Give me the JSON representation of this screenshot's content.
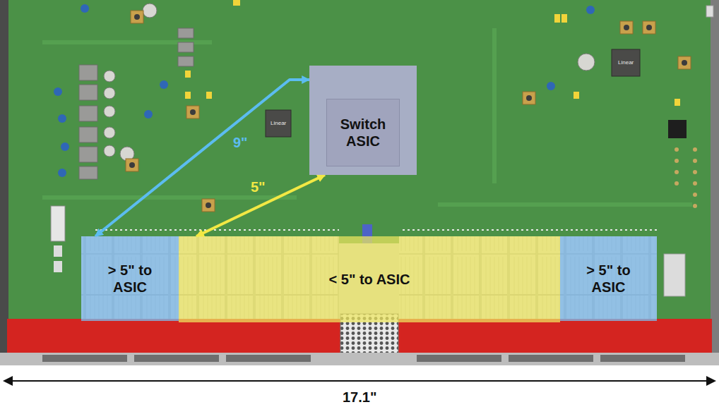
{
  "diagram": {
    "nodes": [
      {
        "text": [
          "Switch ASIC"
        ]
      },
      {
        "text": [
          "> 5\" to ASIC"
        ]
      },
      {
        "text": [
          "< 5\" to ASIC"
        ]
      },
      {
        "text": [
          "> 5\" to ASIC"
        ]
      }
    ],
    "edges": [
      {
        "from": 1,
        "to": 0,
        "arrow": "both",
        "label": "9\""
      },
      {
        "from": 2,
        "to": 0,
        "arrow": "both",
        "label": "5\""
      }
    ],
    "labels": [
      "17.1\"",
      "Linear",
      "Linear"
    ]
  }
}
